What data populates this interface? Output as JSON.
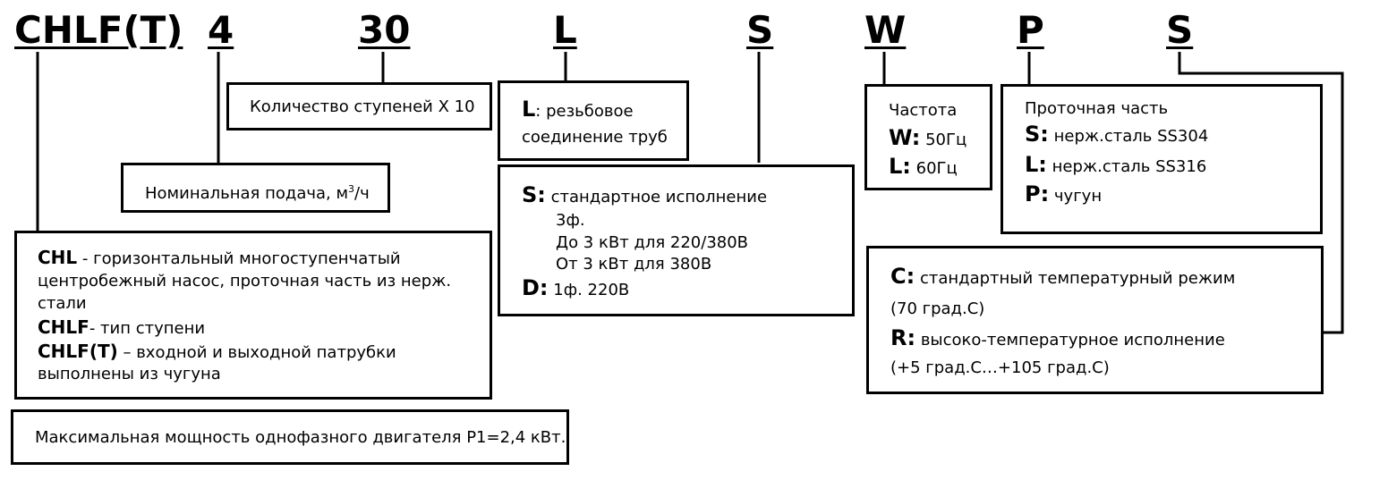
{
  "codes": {
    "series": "CHLF(T)",
    "flow": "4",
    "stages": "30",
    "connection": "L",
    "motor": "S",
    "frequency": "W",
    "material": "P",
    "temperature": "S"
  },
  "boxes": {
    "stages": {
      "text": "Количество ступеней Х 10"
    },
    "flow": {
      "text_before": "Номинальная подача, м",
      "sup": "3",
      "text_after": "/ч"
    },
    "series": {
      "chl_key": "CHL",
      "chl_desc_1": " - горизонтальный многоступенчатый",
      "chl_desc_2": "центробежный насос, проточная часть из нерж.",
      "chl_desc_3": "стали",
      "chlf_key": "CHLF",
      "chlf_desc": "- тип ступени",
      "chlft_key": "CHLF(T)",
      "chlft_desc_1": " – входной и выходной патрубки",
      "chlft_desc_2": "выполнены из чугуна"
    },
    "power_note": {
      "text": "Максимальная мощность однофазного двигателя P1=2,4 кВт."
    },
    "connection": {
      "key": "L",
      "desc_1": ": резьбовое",
      "desc_2": "соединение труб"
    },
    "motor": {
      "s_key": "S:",
      "s_desc": "стандартное исполнение",
      "s_line_2": "3ф.",
      "s_line_3": "До 3 кВт для 220/380В",
      "s_line_4": "От 3 кВт для 380В",
      "d_key": "D:",
      "d_desc": "1ф. 220В"
    },
    "frequency": {
      "title": "Частота",
      "w_key": "W:",
      "w_val": "50Гц",
      "l_key": "L:",
      "l_val": "60Гц"
    },
    "material": {
      "title": "Проточная часть",
      "s_key": "S:",
      "s_val": "нерж.сталь SS304",
      "l_key": "L:",
      "l_val": "нерж.сталь SS316",
      "p_key": "P:",
      "p_val": "чугун"
    },
    "temperature": {
      "c_key": "C:",
      "c_desc": "стандартный температурный режим",
      "c_range": "(70 град.С)",
      "r_key": "R:",
      "r_desc": "высоко-температурное исполнение",
      "r_range": "(+5 град.С…+105 град.С)"
    }
  }
}
